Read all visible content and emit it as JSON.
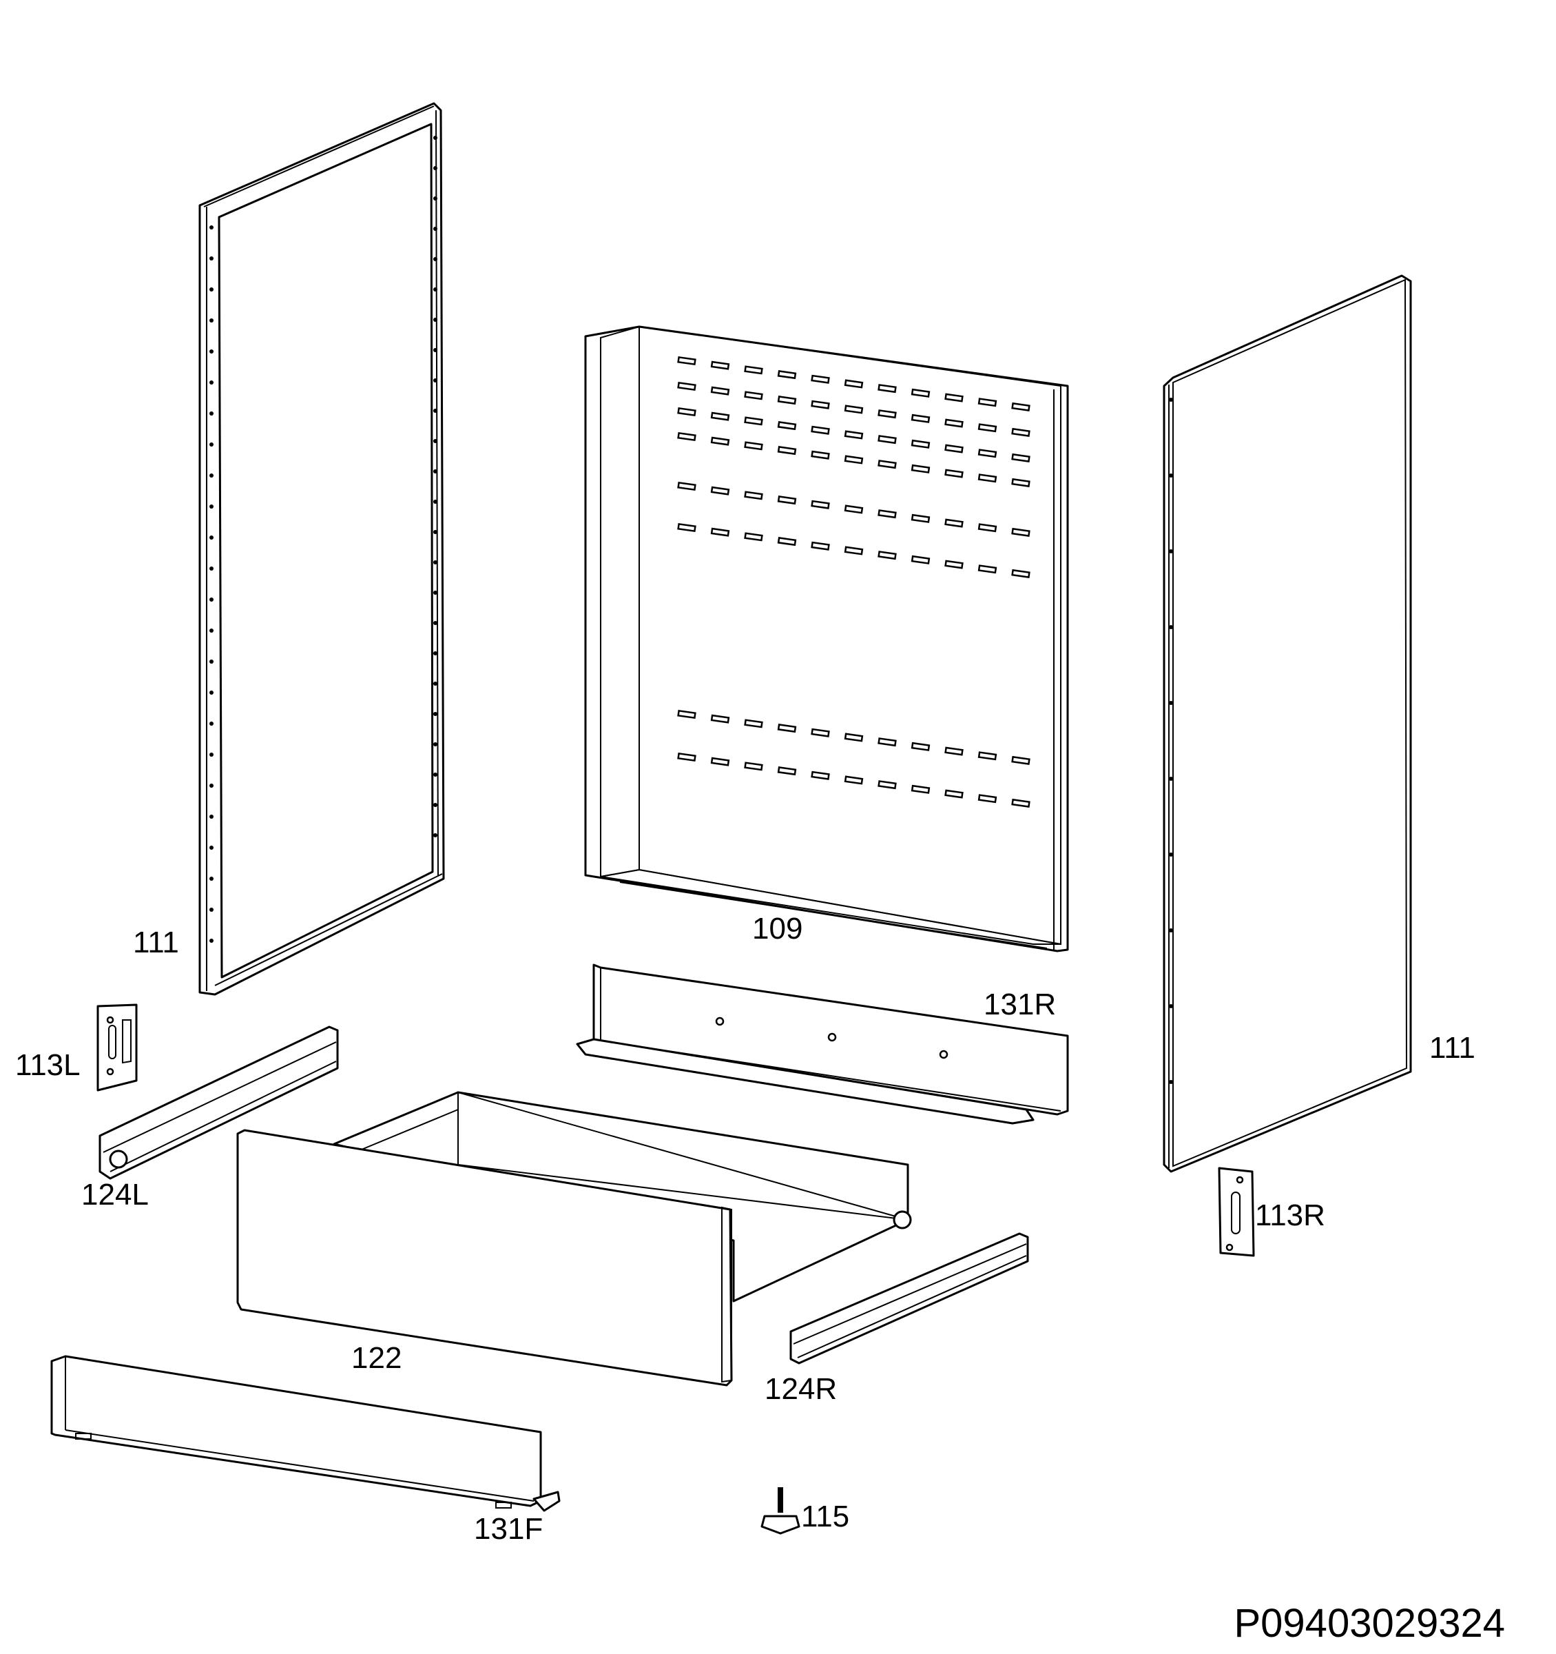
{
  "labels": {
    "side_left": "111",
    "back_panel": "109",
    "side_right": "111",
    "rear_plinth": "131R",
    "bracket_left": "113L",
    "rail_left": "124L",
    "bracket_right": "113R",
    "drawer": "122",
    "rail_right": "124R",
    "front_plinth": "131F",
    "foot": "115"
  },
  "drawing_code": "P09403029324"
}
